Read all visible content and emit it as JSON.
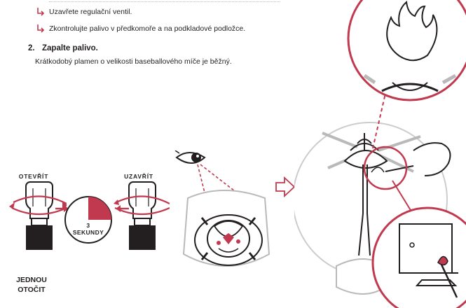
{
  "instructions": {
    "bullets": [
      "Uzavřete regulační ventil.",
      "Zkontrolujte palivo v předkomoře a na podkladové podložce."
    ],
    "step2_number": "2.",
    "step2_title": "Zapalte palivo.",
    "step2_body": "Krátkodobý plamen o velikosti baseballového míče je běžný."
  },
  "diagram": {
    "open_label": "OTEVŘÍT",
    "close_label": "UZAVŘÍT",
    "timer_number": "3",
    "timer_unit": "SEKUNDY",
    "turn_once_line1": "JEDNOU",
    "turn_once_line2": "OTOČIT"
  },
  "colors": {
    "accent": "#c1394e",
    "line": "#231f20",
    "gray": "#b9b9b9"
  }
}
